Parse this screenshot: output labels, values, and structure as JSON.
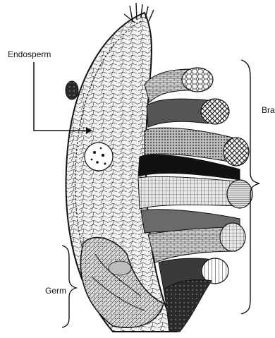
{
  "labels": {
    "endosperm": "Endosperm",
    "germ": "Germ",
    "bran": "Bran"
  },
  "colors": {
    "ink": "#111111",
    "paper": "#ffffff",
    "endosperm_fill": "#f2f2f2",
    "germ_fill": "#d9d9d9",
    "dark_layer": "#1a1a1a",
    "mid_layer": "#6a6a6a",
    "light_layer": "#cfcfcf"
  }
}
